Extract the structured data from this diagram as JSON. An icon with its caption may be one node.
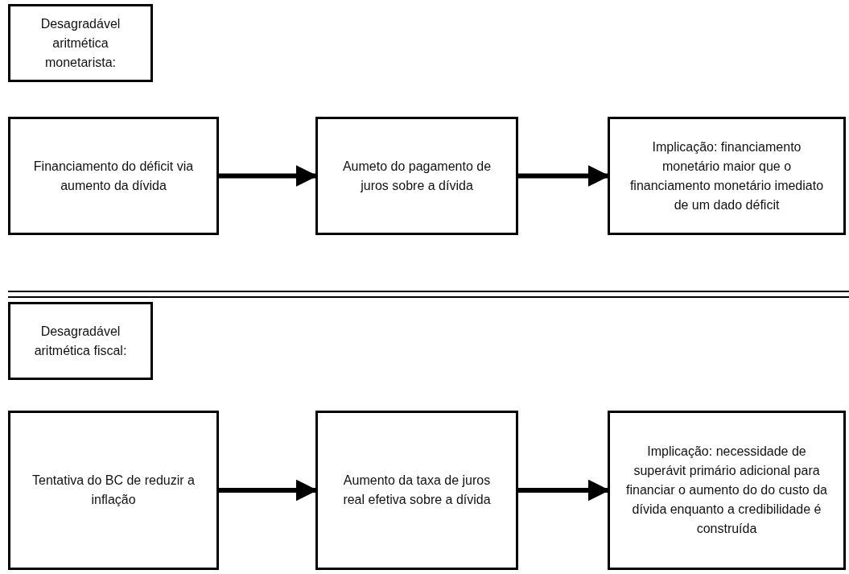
{
  "diagram": {
    "nodes": [
      {
        "text": [
          "Desagradável aritmética monetarista:"
        ]
      },
      {
        "text": [
          "Financiamento do déficit via aumento da dívida"
        ]
      },
      {
        "text": [
          "Aumeto do pagamento de juros sobre a dívida"
        ]
      },
      {
        "text": [
          "Implicação: financiamento monetário maior que o financiamento monetário imediato de um dado déficit"
        ]
      },
      {
        "text": [
          "Desagradável aritmética fiscal:"
        ]
      },
      {
        "text": [
          "Tentativa do BC de reduzir a inflação"
        ]
      },
      {
        "text": [
          "Aumento da taxa de juros real efetiva sobre a dívida"
        ]
      },
      {
        "text": [
          "Implicação: necessidade de superávit primário adicional para financiar o aumento do do custo da dívida enquanto a credibilidade é construída"
        ]
      }
    ],
    "edges": [
      {
        "from": 1,
        "to": 2,
        "arrow": "to"
      },
      {
        "from": 2,
        "to": 3,
        "arrow": "to"
      },
      {
        "from": 5,
        "to": 6,
        "arrow": "to"
      },
      {
        "from": 6,
        "to": 7,
        "arrow": "to"
      }
    ]
  }
}
